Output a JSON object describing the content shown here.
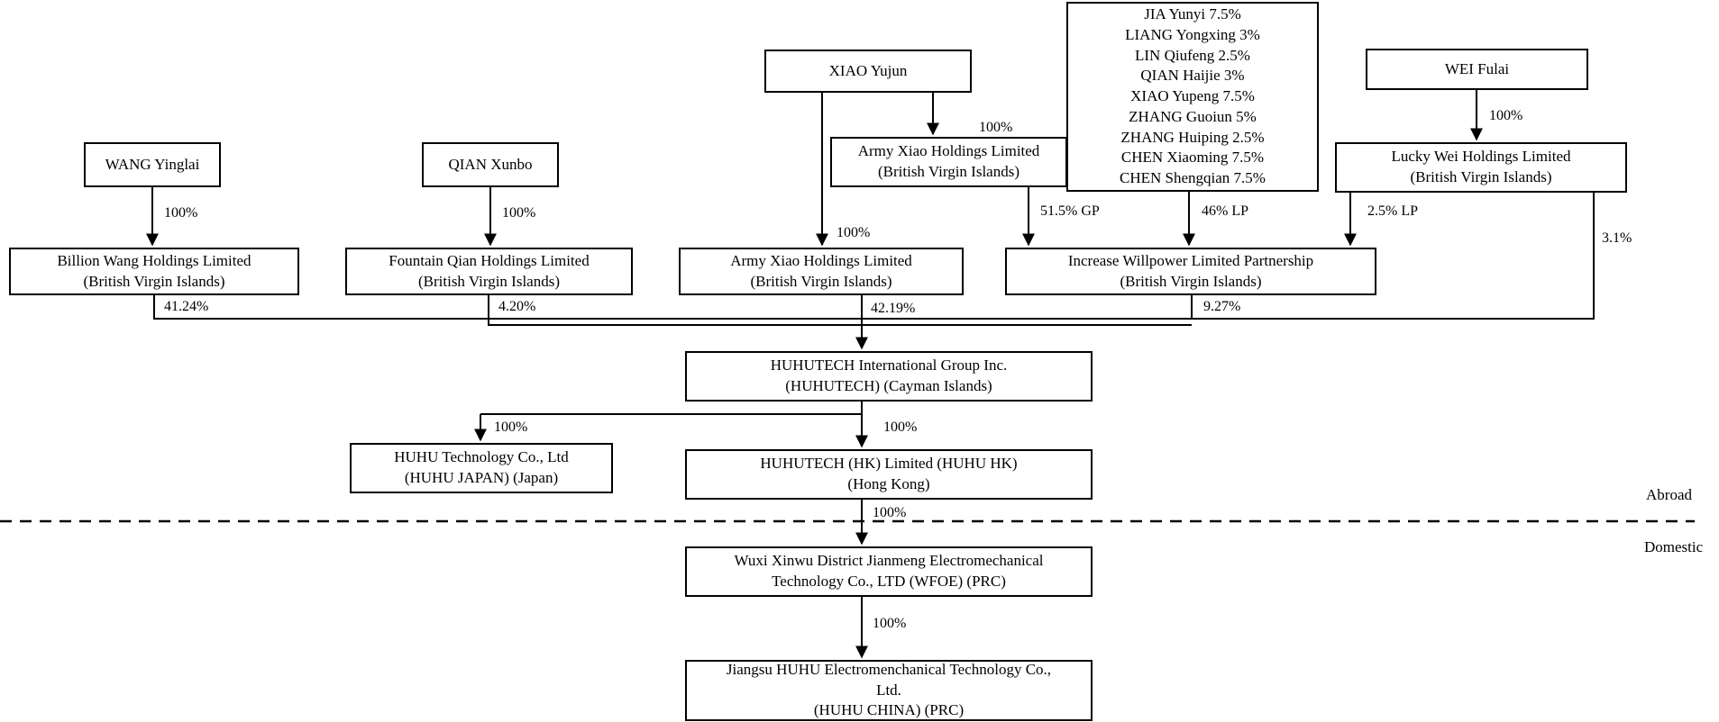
{
  "diagram_title": "Corporate shareholding structure chart",
  "nodes": {
    "wang_yinglai": [
      "WANG Yinglai"
    ],
    "qian_xunbo": [
      "QIAN Xunbo"
    ],
    "xiao_yujun": [
      "XIAO Yujun"
    ],
    "shareholders": [
      "JIA Yunyi 7.5%",
      "LIANG Yongxing 3%",
      "LIN Qiufeng 2.5%",
      "QIAN Haijie 3%",
      "XIAO Yupeng 7.5%",
      "ZHANG Guoiun 5%",
      "ZHANG Huiping 2.5%",
      "CHEN Xiaoming 7.5%",
      "CHEN Shengqian 7.5%"
    ],
    "wei_fulai": [
      "WEI Fulai"
    ],
    "army_xiao_upper": [
      "Army Xiao Holdings Limited",
      "(British Virgin Islands)"
    ],
    "lucky_wei": [
      "Lucky Wei Holdings Limited",
      "(British Virgin Islands)"
    ],
    "billion_wang": [
      "Billion Wang Holdings Limited",
      "(British Virgin Islands)"
    ],
    "fountain_qian": [
      "Fountain Qian Holdings Limited",
      "(British Virgin Islands)"
    ],
    "army_xiao_lower": [
      "Army Xiao Holdings Limited",
      "(British Virgin Islands)"
    ],
    "increase_willpower": [
      "Increase Willpower Limited Partnership",
      "(British Virgin Islands)"
    ],
    "huhutech": [
      "HUHUTECH International Group Inc.",
      "(HUHUTECH) (Cayman Islands)"
    ],
    "huhu_japan": [
      "HUHU Technology Co., Ltd",
      "(HUHU JAPAN) (Japan)"
    ],
    "huhu_hk": [
      "HUHUTECH (HK) Limited (HUHU HK)",
      "(Hong Kong)"
    ],
    "wfoe": [
      "Wuxi Xinwu District Jianmeng Electromechanical",
      "Technology Co., LTD (WFOE) (PRC)"
    ],
    "huhu_china": [
      "Jiangsu HUHU Electromenchanical Technology Co.,",
      "Ltd.",
      "(HUHU CHINA) (PRC)"
    ]
  },
  "edge_labels": {
    "wang_to_billion": "100%",
    "qian_to_fountain": "100%",
    "xiao_to_army_upper": "100%",
    "xiao_to_army_lower": "100%",
    "wei_to_lucky": "100%",
    "army_upper_gp": "51.5% GP",
    "shareholders_lp": "46% LP",
    "lucky_lp": "2.5% LP",
    "lucky_direct": "3.1%",
    "billion_stake": "41.24%",
    "fountain_stake": "4.20%",
    "army_lower_stake": "42.19%",
    "willpower_stake": "9.27%",
    "huhutech_to_japan": "100%",
    "huhutech_to_hk": "100%",
    "hk_to_wfoe": "100%",
    "wfoe_to_china": "100%"
  },
  "divider": {
    "abroad": "Abroad",
    "domestic": "Domestic"
  },
  "colors": {
    "line": "#000000",
    "box_border": "#000000",
    "background": "#ffffff"
  }
}
